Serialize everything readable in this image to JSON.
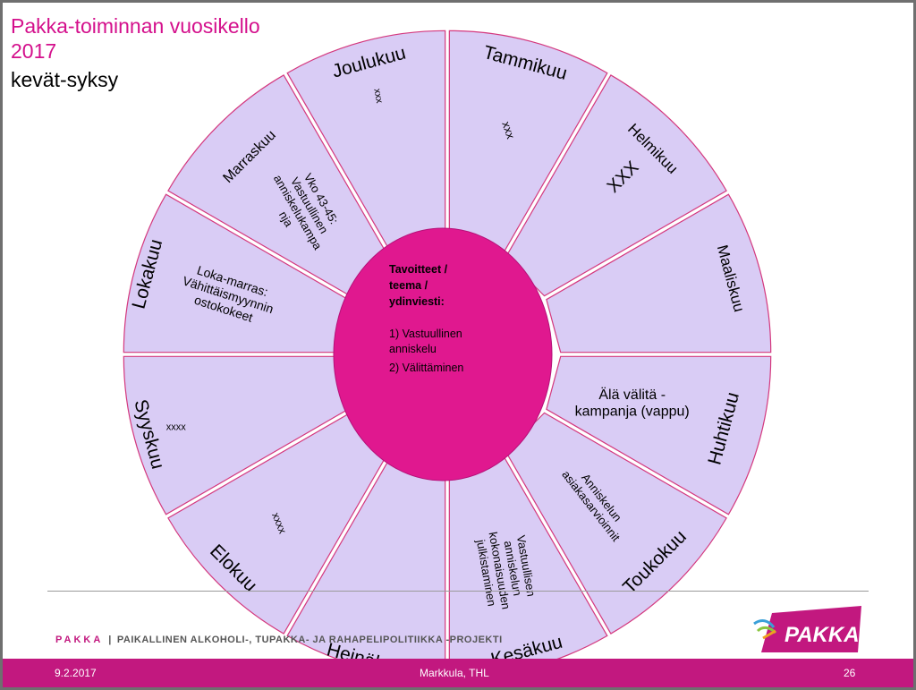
{
  "slide": {
    "title": "Pakka-toiminnan vuosikello\n2017",
    "subtitle": "kevät-syksy"
  },
  "center": {
    "heading": "Tavoitteet /\nteema /\nydinviesti:",
    "item_1": "1) Vastuullinen\nanniskelu",
    "item_2": "2) Välittäminen"
  },
  "months": [
    {
      "key": "tammikuu",
      "name": "Tammikuu",
      "content": "xxx"
    },
    {
      "key": "helmikuu",
      "name": "Helmikuu",
      "content": "XXX"
    },
    {
      "key": "maaliskuu",
      "name": "Maaliskuu",
      "content": ""
    },
    {
      "key": "huhtikuu",
      "name": "Huhtikuu",
      "content": "Älä välitä -\nkampanja (vappu)"
    },
    {
      "key": "toukokuu",
      "name": "Toukokuu",
      "content": "Anniskelun\nasiakasarvioinnit"
    },
    {
      "key": "kesakuu",
      "name": "Kesäkuu",
      "content": "Vastuullisen\nanniskelun\nkokonaisuuden\njulkistaminen"
    },
    {
      "key": "heinakuu",
      "name": "Heinäkuu",
      "content": ""
    },
    {
      "key": "elokuu",
      "name": "Elokuu",
      "content": "xxxx"
    },
    {
      "key": "syyskuu",
      "name": "Syyskuu",
      "content": "xxxx"
    },
    {
      "key": "lokakuu",
      "name": "Lokakuu",
      "content": "Loka-marras:\nVähittäismyynnin\nostokokeet"
    },
    {
      "key": "marraskuu",
      "name": "Marraskuu",
      "content": "Vko 43-45:\nVastuullinen\nanniskelukampa\nnja"
    },
    {
      "key": "joulukuu",
      "name": "Joulukuu",
      "content": "xxx"
    }
  ],
  "footer": {
    "brand": "PAKKA",
    "separator": "|",
    "tagline": "PAIKALLINEN ALKOHOLI-, TUPAKKA- JA RAHAPELIPOLITIIKKA -PROJEKTI",
    "logo_text": "PAKKA",
    "date": "9.2.2017",
    "author": "Markkula, THL",
    "page": "26"
  },
  "colors": {
    "sector_fill": "#d9ccf5",
    "sector_stroke": "#d4387e",
    "center_fill": "#e0188f",
    "accent": "#c2187f",
    "title": "#d4108c"
  }
}
